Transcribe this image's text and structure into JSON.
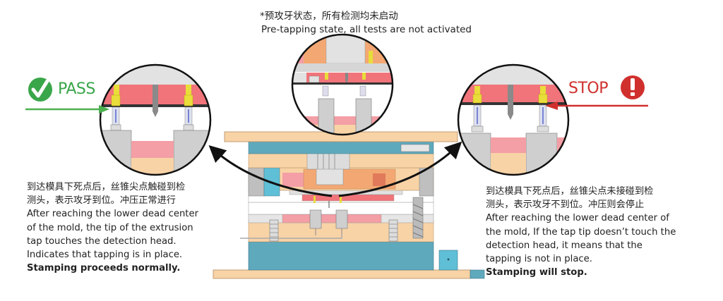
{
  "top_caption": {
    "zh": "*预攻牙状态，所有检测均未启动",
    "en": "Pre-tapping state, all tests are not activated"
  },
  "pass_panel": {
    "status_label": "PASS",
    "status_icon": "check-circle-icon",
    "color": "#3aa64a",
    "description": {
      "zh_line1": "到达模具下死点后，丝锥尖点触碰到检",
      "zh_line2": "测头，表示攻牙到位。冲压正常进行",
      "en_line1": "After reaching the lower dead center",
      "en_line2": "of the mold, the tip of the extrusion",
      "en_line3": "tap touches the detection head.",
      "en_line4": "Indicates that tapping is in place.",
      "en_bold": "Stamping proceeds normally."
    }
  },
  "stop_panel": {
    "status_label": "STOP",
    "status_icon": "exclamation-circle-icon",
    "color": "#d0302d",
    "description": {
      "zh_line1": "到达模具下死点后，丝锥尖点未接碰到检",
      "zh_line2": "测头，表示攻牙不到位。冲压则会停止",
      "en_line1": "After reaching the lower dead center of",
      "en_line2": "the mold, If the tap tip doesn’t touch the",
      "en_line3": "detection head, it means that the",
      "en_line4": "tapping is not in place.",
      "en_bold": "Stamping will stop."
    }
  },
  "palette": {
    "teal": "#5fa9bd",
    "peach": "#f8d3a6",
    "salmon": "#f0747a",
    "pink": "#f49ea5",
    "orange": "#f3a873",
    "grey": "#cfcfcf",
    "yellow": "#e8dd3a"
  }
}
